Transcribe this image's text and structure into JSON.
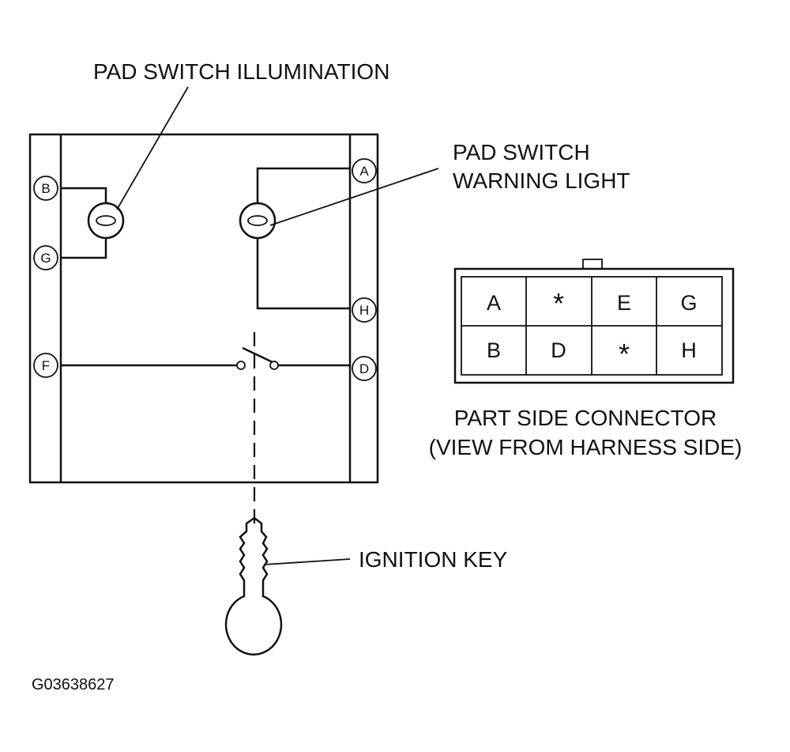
{
  "labels": {
    "pad_switch_illumination": "PAD SWITCH ILLUMINATION",
    "warning_light_line1": "PAD SWITCH",
    "warning_light_line2": "WARNING LIGHT",
    "ignition_key": "IGNITION KEY",
    "connector_caption_line1": "PART SIDE  CONNECTOR",
    "connector_caption_line2": "(VIEW FROM HARNESS SIDE)",
    "figure_id": "G03638627"
  },
  "terminals": {
    "b": "B",
    "g": "G",
    "f": "F",
    "a": "A",
    "h": "H",
    "d": "D"
  },
  "connector": {
    "rows": [
      [
        "A",
        "*",
        "E",
        "G"
      ],
      [
        "B",
        "D",
        "*",
        "H"
      ]
    ]
  }
}
